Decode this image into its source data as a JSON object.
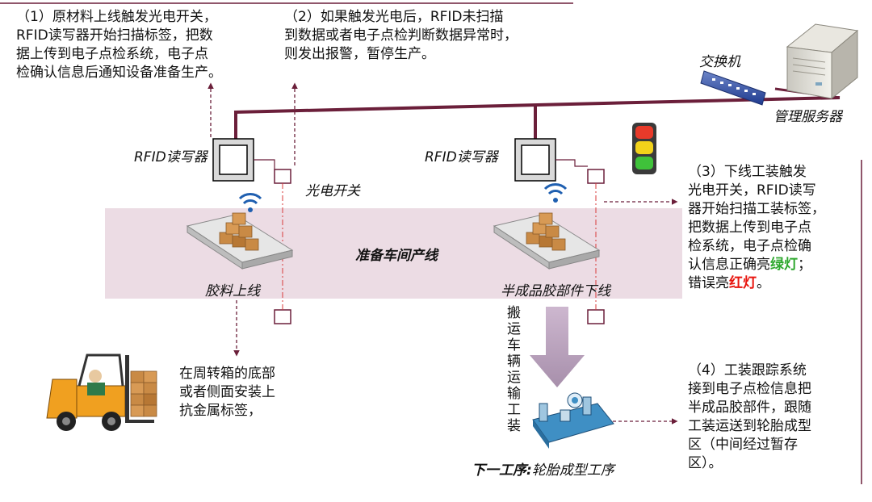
{
  "labels": {
    "switch": "交换机",
    "server": "管理服务器",
    "reader1": "RFID读写器",
    "reader2": "RFID读写器",
    "photo_switch": "光电开关",
    "production_line": "准备车间产线",
    "feed_station": "胶料上线",
    "output_station": "半成品胶部件下线",
    "transport": "搬运车辆运输工装",
    "next_process_prefix": "下一工序:",
    "next_process_name": "轮胎成型工序"
  },
  "notes": {
    "note1": [
      "（1）原材料上线触发光电开关，",
      "RFID读写器开始扫描标签，把数",
      "据上传到电子点检系统，电子点",
      "检确认信息后通知设备准备生产。"
    ],
    "note2": [
      "（2）如果触发光电后，RFID未扫描",
      "到数据或者电子点检判断数据异常时，",
      "则发出报警，暂停生产。"
    ],
    "note3": {
      "lines": [
        "（3）下线工装触发",
        "光电开关，RFID读写",
        "器开始扫描工装标签，",
        "把数据上传到电子点",
        "检系统，电子点检确"
      ],
      "line6_prefix": "认信息正确亮",
      "line6_green": "绿灯",
      "line6_suffix": "；",
      "line7_prefix": "错误亮",
      "line7_red": "红灯",
      "line7_suffix": "。"
    },
    "note4": [
      "（4）工装跟踪系统",
      "接到电子点检信息把",
      "半成品胶部件，跟随",
      "工装运送到轮胎成型",
      "区（中间经过暂存",
      "区）。"
    ],
    "forklift_note": [
      "在周转箱的底部",
      "或者侧面安装上",
      "抗金属标签，"
    ]
  },
  "colors": {
    "maroon": "#6b1f3a",
    "band": "#ecdce4",
    "arrow": "#b49ab5",
    "green": "#2ea82e",
    "red": "#e8150e"
  }
}
